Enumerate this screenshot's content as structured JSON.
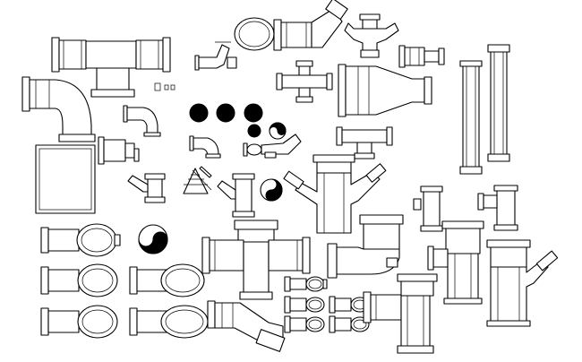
{
  "drawing": {
    "background": "#ffffff",
    "line_color": "#000000",
    "items": [
      {
        "name": "tee-large-top-left"
      },
      {
        "name": "elbow-large-left"
      },
      {
        "name": "small-symbol-glyph"
      },
      {
        "name": "elbow-small-a"
      },
      {
        "name": "elbow-small-b"
      },
      {
        "name": "elbow-small-c"
      },
      {
        "name": "reducer-small-top"
      },
      {
        "name": "access-cover-rectangle"
      },
      {
        "name": "black-disc-1"
      },
      {
        "name": "black-disc-2"
      },
      {
        "name": "black-disc-3"
      },
      {
        "name": "black-disc-4"
      },
      {
        "name": "yin-yang-symbol-1"
      },
      {
        "name": "yin-yang-symbol-2"
      },
      {
        "name": "yin-yang-symbol-3"
      },
      {
        "name": "y-junction-top"
      },
      {
        "name": "cross-fitting-top"
      },
      {
        "name": "cross-fitting-left"
      },
      {
        "name": "long-reducer"
      },
      {
        "name": "tall-pipe-1"
      },
      {
        "name": "tall-pipe-2"
      },
      {
        "name": "y-branch-center"
      },
      {
        "name": "y-branch-small"
      },
      {
        "name": "trap-bend-right"
      },
      {
        "name": "tee-bottom-center"
      },
      {
        "name": "tee-right-lower"
      },
      {
        "name": "y-branch-bottom-right"
      },
      {
        "name": "pipe-ring-row-1"
      },
      {
        "name": "pipe-ring-row-2"
      },
      {
        "name": "pipe-ring-row-3"
      }
    ]
  }
}
